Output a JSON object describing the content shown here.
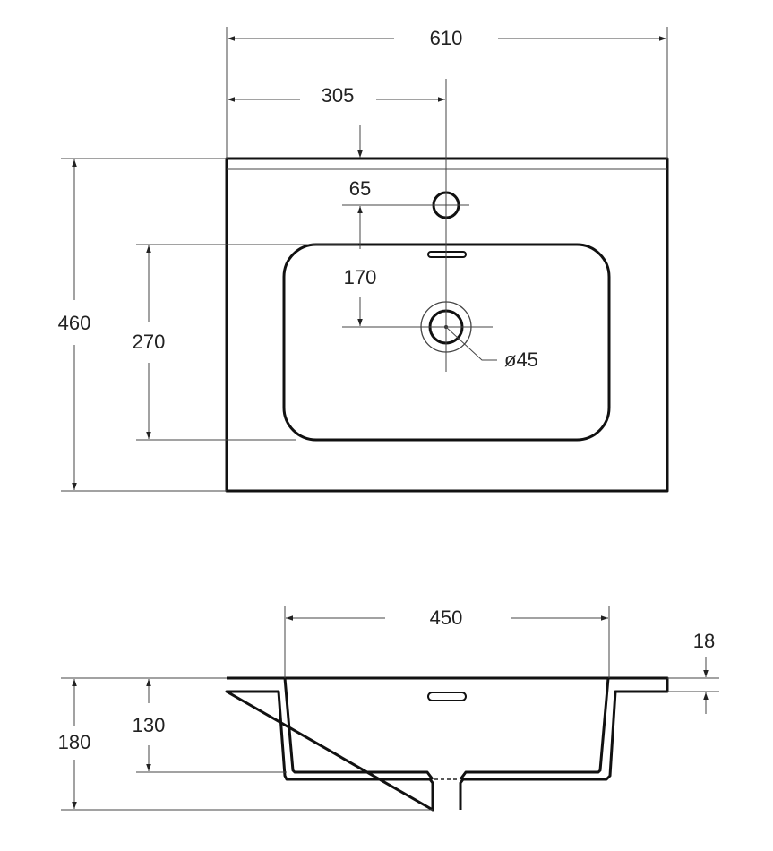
{
  "drawing": {
    "top_view": {
      "overall_width": "610",
      "half_width": "305",
      "overall_depth": "460",
      "bowl_depth": "270",
      "faucet_offset": "65",
      "drain_offset": "170",
      "drain_diameter": "ø45"
    },
    "section_view": {
      "bowl_width": "450",
      "slab_thickness": "18",
      "total_height": "180",
      "bowl_height": "130"
    }
  }
}
